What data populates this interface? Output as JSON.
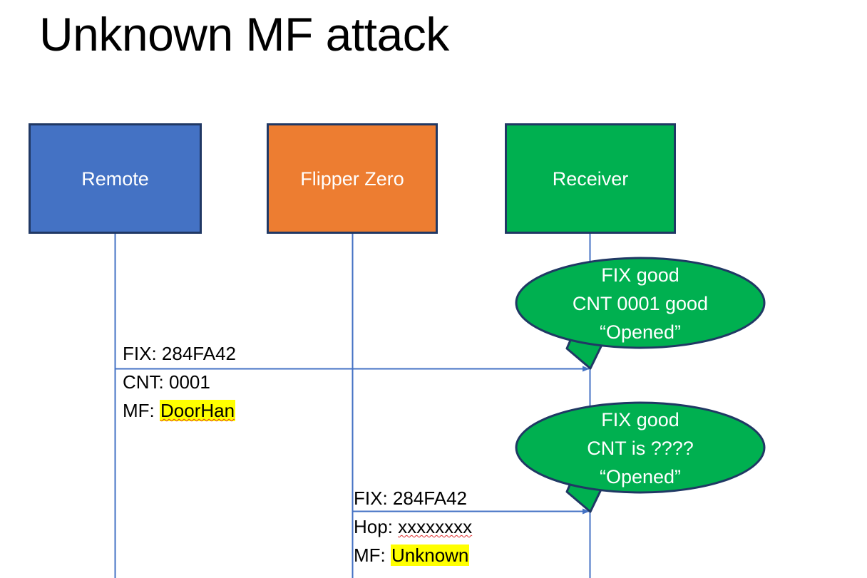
{
  "slide": {
    "title": "Unknown MF attack",
    "background": "#ffffff"
  },
  "colors": {
    "remote_fill": "#4472C4",
    "flipper_fill": "#ED7D31",
    "receiver_fill": "#00B050",
    "box_border": "#203864",
    "lifeline": "#4472C4",
    "arrow": "#4472C4",
    "bubble_fill": "#00B050",
    "bubble_border": "#203864",
    "highlight": "#FFFF00",
    "spellcheck_underline": "#E03030",
    "text_dark": "#000000",
    "text_light": "#FFFFFF"
  },
  "actors": [
    {
      "id": "remote",
      "label": "Remote",
      "fill": "#4472C4"
    },
    {
      "id": "flipper",
      "label": "Flipper Zero",
      "fill": "#ED7D31"
    },
    {
      "id": "receiver",
      "label": "Receiver",
      "fill": "#00B050"
    }
  ],
  "messages": [
    {
      "id": "msg-remote-to-receiver",
      "from": "remote",
      "to": "receiver",
      "lines": [
        {
          "label": "FIX: ",
          "value": "284FA42",
          "highlight": false,
          "spellcheck": false
        },
        {
          "label": "CNT: ",
          "value": "0001",
          "highlight": false,
          "spellcheck": false
        },
        {
          "label": "MF: ",
          "value": "DoorHan",
          "highlight": true,
          "spellcheck": true
        }
      ]
    },
    {
      "id": "msg-flipper-to-receiver",
      "from": "flipper",
      "to": "receiver",
      "lines": [
        {
          "label": "FIX: ",
          "value": "284FA42",
          "highlight": false,
          "spellcheck": false
        },
        {
          "label": "Hop: ",
          "value": "xxxxxxxx",
          "highlight": false,
          "spellcheck": true
        },
        {
          "label": "MF: ",
          "value": "Unknown",
          "highlight": true,
          "spellcheck": false
        }
      ]
    }
  ],
  "callouts": [
    {
      "id": "callout-1",
      "lines": [
        "FIX good",
        "CNT 0001 good",
        "“Opened”"
      ]
    },
    {
      "id": "callout-2",
      "lines": [
        "FIX good",
        "CNT is ????",
        "“Opened”"
      ]
    }
  ]
}
